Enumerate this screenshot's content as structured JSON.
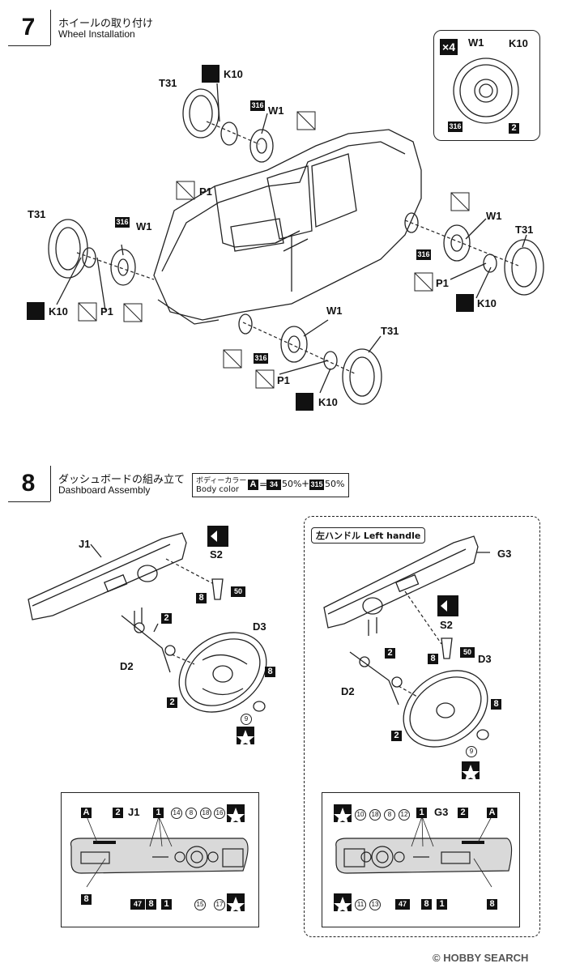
{
  "step7": {
    "number": "7",
    "title_jp": "ホイールの取り付け",
    "title_en": "Wheel Installation",
    "inset": {
      "multiplier": "×4",
      "labels": [
        "W1",
        "K10",
        "316",
        "2"
      ]
    },
    "part_labels": {
      "t31_a": "T31",
      "k10_a": "K10",
      "w1_a": "W1",
      "p1_a": "P1",
      "t31_b": "T31",
      "w1_b": "W1",
      "k10_b": "K10",
      "p1_b": "P1",
      "w1_c": "W1",
      "t31_c": "T31",
      "p1_c": "P1",
      "k10_c": "K10",
      "w1_d": "W1",
      "t31_d": "T31",
      "p1_d": "P1",
      "k10_d": "K10"
    },
    "paint_codes": {
      "c316_a": "316",
      "c316_b": "316",
      "c316_c": "316",
      "c316_d": "316"
    }
  },
  "step8": {
    "number": "8",
    "title_jp": "ダッシュボードの組み立て",
    "title_en": "Dashboard Assembly",
    "body_color": {
      "label_jp": "ボディーカラー",
      "label_en": "Body color",
      "code": "A",
      "eq": "=",
      "c1": "34",
      "p1": "50%",
      "plus": "+",
      "c2": "315",
      "p2": "50%"
    },
    "left_handle_label": "左ハンドル Left handle",
    "right_parts": {
      "j1": "J1",
      "s2": "S2",
      "n8": "8",
      "n50": "50",
      "n2a": "2",
      "d2": "D2",
      "d3": "D3",
      "n8b": "8",
      "n2b": "2",
      "n9": "9"
    },
    "left_parts": {
      "g3": "G3",
      "s2": "S2",
      "n8": "8",
      "n50": "50",
      "n2a": "2",
      "d2": "D2",
      "d3": "D3",
      "n8b": "8",
      "n2b": "2",
      "n9": "9"
    },
    "dash_right": {
      "top": [
        "A",
        "2",
        "J1",
        "1",
        "14",
        "8",
        "18",
        "16"
      ],
      "bottom": [
        "8",
        "47",
        "8",
        "1",
        "15",
        "17"
      ]
    },
    "dash_left": {
      "top": [
        "10",
        "18",
        "8",
        "12",
        "1",
        "G3",
        "2",
        "A"
      ],
      "bottom": [
        "11",
        "13",
        "47",
        "8",
        "1",
        "8"
      ]
    }
  },
  "watermark": "© HOBBY SEARCH"
}
